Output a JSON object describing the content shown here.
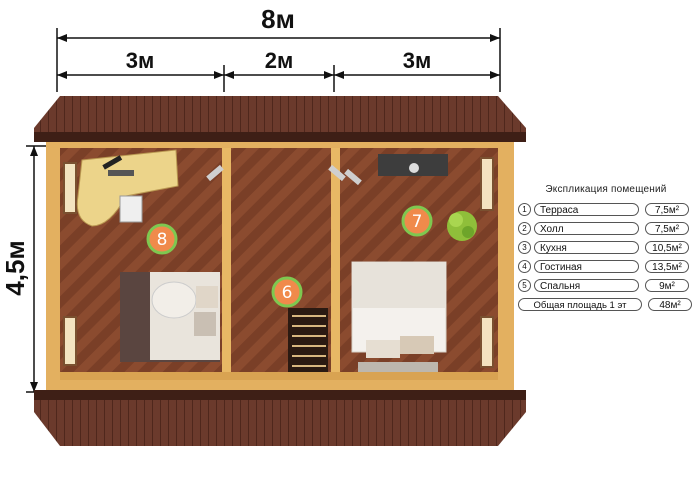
{
  "dimensions": {
    "total_width": "8м",
    "section_left": "3м",
    "section_middle": "2м",
    "section_right": "3м",
    "depth": "4,5м"
  },
  "rooms": [
    {
      "number": "8",
      "function": "bedroom with desk"
    },
    {
      "number": "6",
      "function": "hall with stairs"
    },
    {
      "number": "7",
      "function": "bedroom"
    }
  ],
  "legend": {
    "title": "Экспликация помещений",
    "items": [
      {
        "num": "1",
        "name": "Терраса",
        "area": "7,5м²"
      },
      {
        "num": "2",
        "name": "Холл",
        "area": "7,5м²"
      },
      {
        "num": "3",
        "name": "Кухня",
        "area": "10,5м²"
      },
      {
        "num": "4",
        "name": "Гостиная",
        "area": "13,5м²"
      },
      {
        "num": "5",
        "name": "Спальня",
        "area": "9м²"
      }
    ],
    "total_label": "Общая площадь 1 эт",
    "total_area": "48м²"
  },
  "colors": {
    "roof": "#6b3a2c",
    "floor": "#8a4a2e",
    "wall": "#e8b865",
    "badge": "#f08a4b",
    "badge_ring": "#7ec850"
  }
}
